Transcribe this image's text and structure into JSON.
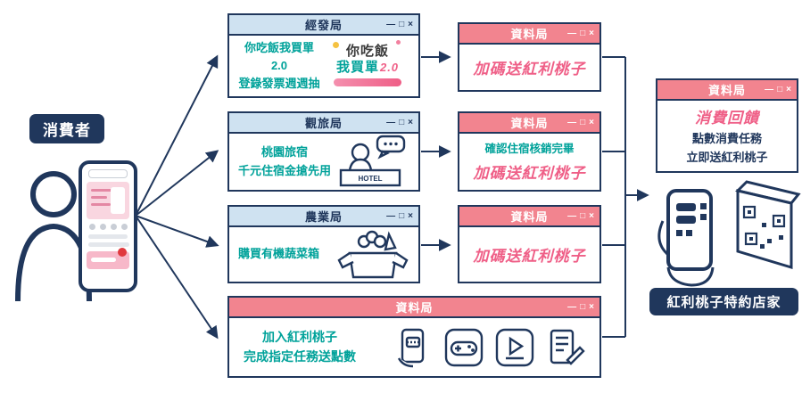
{
  "controls": {
    "minimize": "—",
    "maximize": "□",
    "close": "×"
  },
  "labels": {
    "consumer": "消費者",
    "merchant": "紅利桃子特約店家"
  },
  "windows": {
    "jingfa": {
      "title": "經發局",
      "line1": "你吃飯我買單2.0",
      "line2": "登錄發票週週抽",
      "logo_line1": "你吃飯",
      "logo_line2": "我買單",
      "logo_version": "2.0"
    },
    "ziliao1": {
      "title": "資料局",
      "bonus": "加碼送紅利桃子"
    },
    "guanlv": {
      "title": "觀旅局",
      "line1": "桃園旅宿",
      "line2": "千元住宿金搶先用",
      "hotel_sign": "HOTEL"
    },
    "ziliao2": {
      "title": "資料局",
      "confirm": "確認住宿核銷完畢",
      "bonus": "加碼送紅利桃子"
    },
    "nongye": {
      "title": "農業局",
      "line1": "購買有機蔬菜箱"
    },
    "ziliao3": {
      "title": "資料局",
      "bonus": "加碼送紅利桃子"
    },
    "ziliao4": {
      "title": "資料局",
      "line1": "加入紅利桃子",
      "line2": "完成指定任務送點數"
    },
    "right": {
      "title": "資料局",
      "headline": "消費回饋",
      "line1": "點數消費任務",
      "line2": "立即送紅利桃子"
    }
  },
  "icons": {
    "consumer_figure": "person-icon",
    "phone": "smartphone-app-mockup",
    "hotel": "hotel-receptionist-icon",
    "vegetables": "vegetable-box-icon",
    "tasks": [
      "voucher-phone-icon",
      "game-controller-icon",
      "video-player-icon",
      "survey-icon"
    ],
    "merchant": "hand-scanning-qr-code-icon"
  },
  "colors": {
    "navy": "#20375c",
    "header_blue": "#cfe2f1",
    "header_pink": "#f2848f",
    "teal": "#00a29a",
    "pink": "#ef5f87"
  }
}
